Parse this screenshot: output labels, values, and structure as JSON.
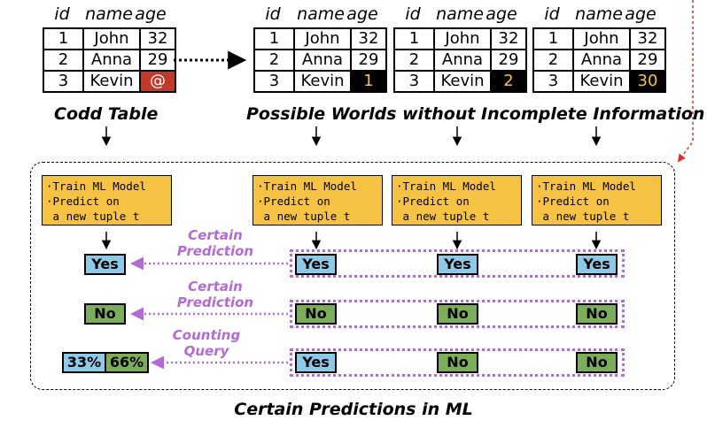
{
  "table_headers": [
    "id",
    "name",
    "age"
  ],
  "codd_table": {
    "rows": [
      [
        "1",
        "John",
        "32"
      ],
      [
        "2",
        "Anna",
        "29"
      ],
      [
        "3",
        "Kevin",
        "@"
      ]
    ],
    "caption": "Codd Table"
  },
  "worlds": [
    {
      "rows": [
        [
          "1",
          "John",
          "32"
        ],
        [
          "2",
          "Anna",
          "29"
        ],
        [
          "3",
          "Kevin",
          "1"
        ]
      ]
    },
    {
      "rows": [
        [
          "1",
          "John",
          "32"
        ],
        [
          "2",
          "Anna",
          "29"
        ],
        [
          "3",
          "Kevin",
          "2"
        ]
      ]
    },
    {
      "rows": [
        [
          "1",
          "John",
          "32"
        ],
        [
          "2",
          "Anna",
          "29"
        ],
        [
          "3",
          "Kevin",
          "30"
        ]
      ]
    }
  ],
  "worlds_caption": "Possible Worlds without Incomplete Information",
  "train_box": {
    "line1": "·Train ML Model",
    "line2": "·Predict on",
    "line3": " a new tuple t"
  },
  "results": {
    "row1": {
      "left": "Yes",
      "worlds": [
        "Yes",
        "Yes",
        "Yes"
      ],
      "label_1": "Certain",
      "label_2": "Prediction"
    },
    "row2": {
      "left": "No",
      "worlds": [
        "No",
        "No",
        "No"
      ],
      "label_1": "Certain",
      "label_2": "Prediction"
    },
    "row3": {
      "left_a": "33%",
      "left_b": "66%",
      "worlds": [
        "Yes",
        "No",
        "No"
      ],
      "label_1": "Counting",
      "label_2": "Query"
    }
  },
  "bottom_caption": "Certain Predictions in ML",
  "colors": {
    "cell_red": "#c0392b",
    "cell_black": "#000000",
    "black_cell_text": "#f6c244",
    "train_fill": "#f6c244",
    "yes_fill": "#8fc9e8",
    "no_fill": "#7bad5a",
    "purple": "#b36ad6",
    "red_dashed": "#d9342b"
  }
}
